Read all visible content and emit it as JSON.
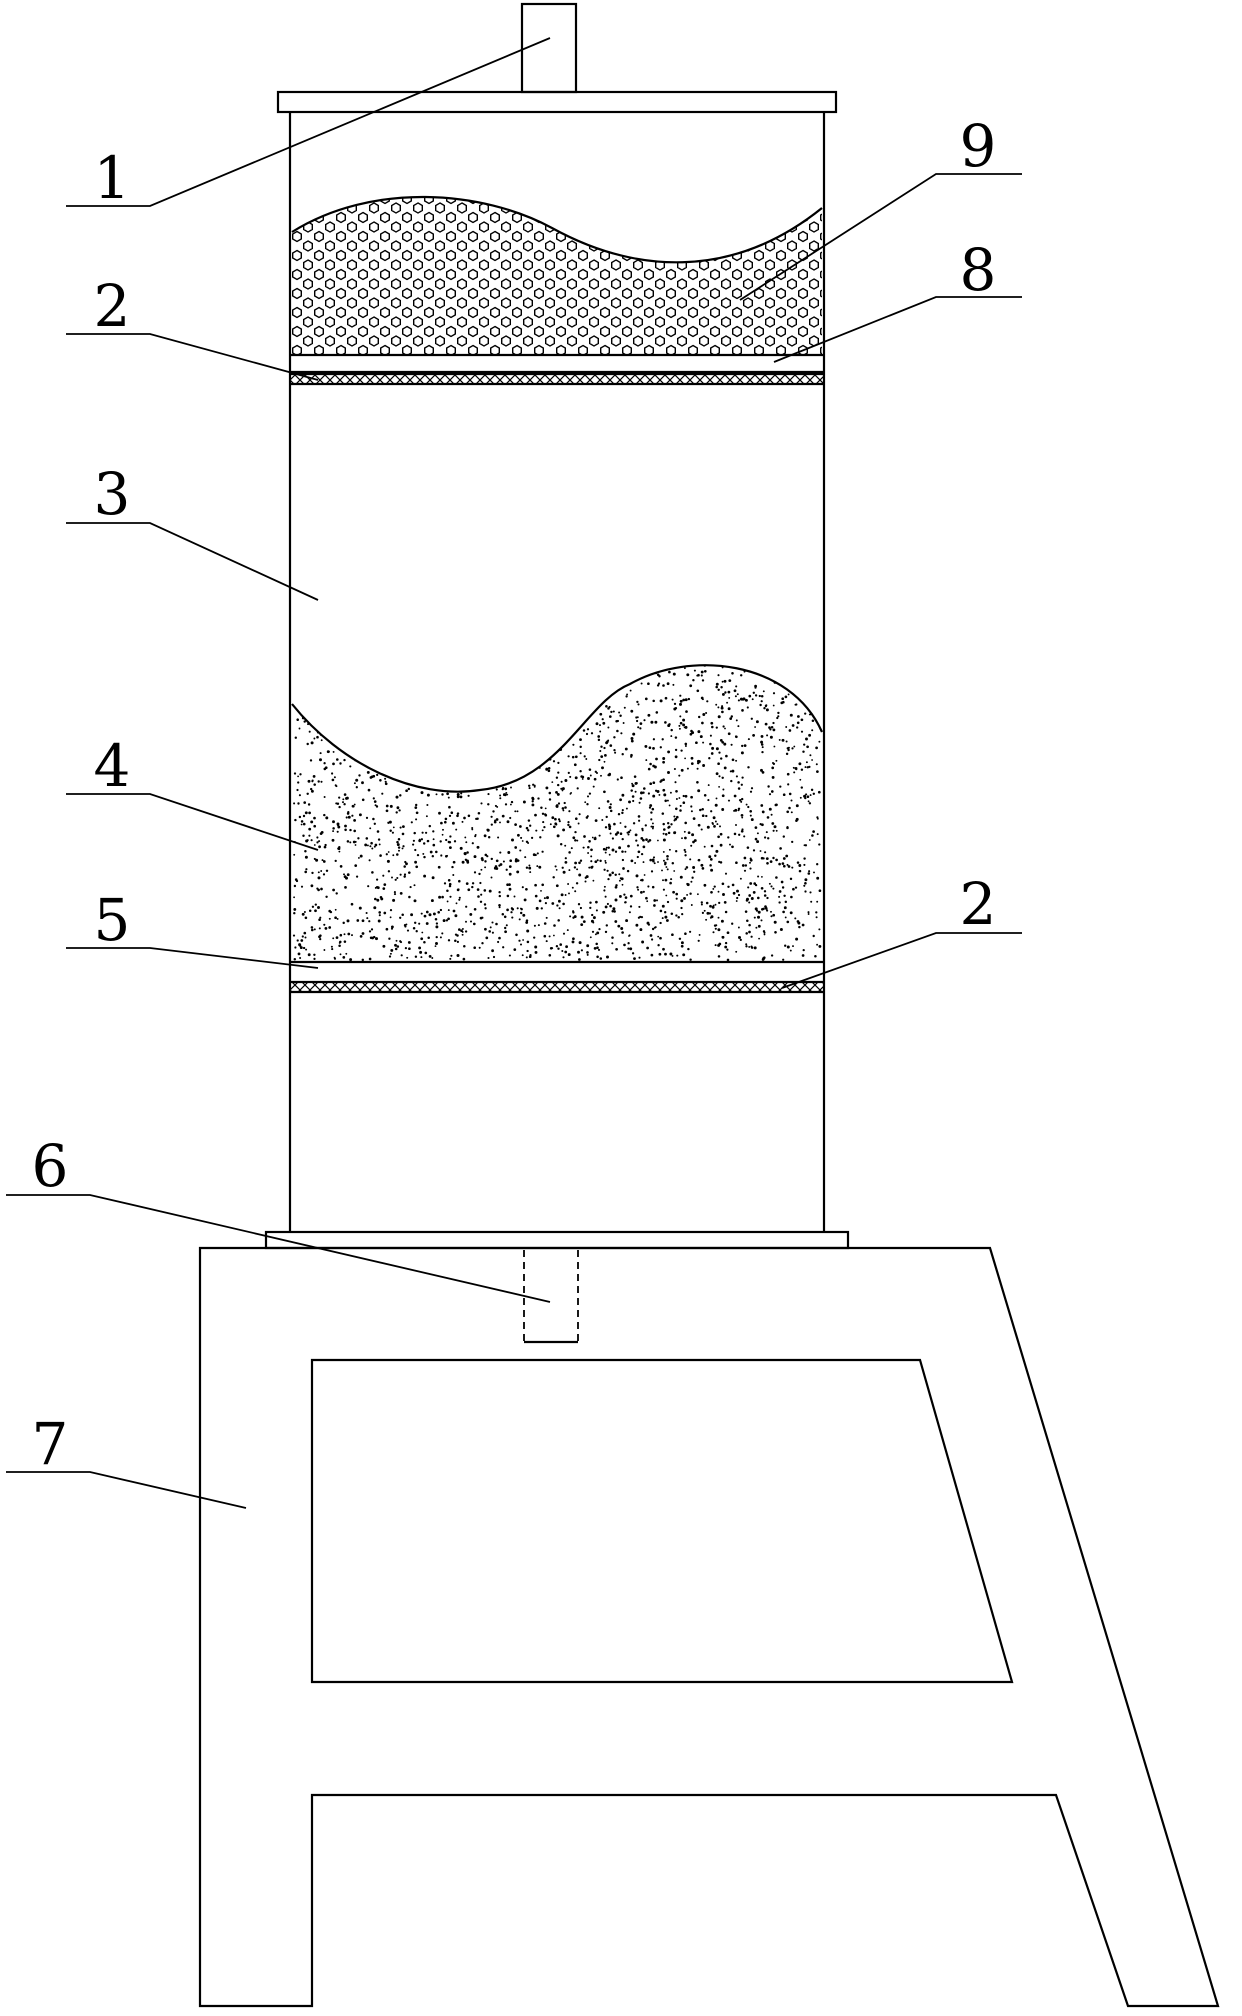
{
  "labels": {
    "l1": "1",
    "l2_top": "2",
    "l3": "3",
    "l4": "4",
    "l5": "5",
    "l6": "6",
    "l7": "7",
    "l8": "8",
    "l9": "9",
    "l2_bottom": "2"
  }
}
